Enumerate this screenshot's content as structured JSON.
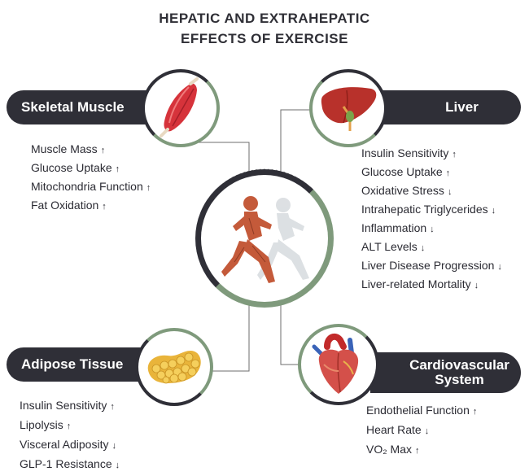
{
  "title": {
    "line1": "HEPATIC AND EXTRAHEPATIC",
    "line2": "EFFECTS OF EXERCISE"
  },
  "sections": {
    "skeletal_muscle": {
      "label": "Skeletal Muscle",
      "items": [
        {
          "text": "Muscle Mass",
          "arrow": "↑"
        },
        {
          "text": "Glucose Uptake",
          "arrow": "↑"
        },
        {
          "text": "Mitochondria Function",
          "arrow": "↑"
        },
        {
          "text": "Fat Oxidation",
          "arrow": "↑"
        }
      ]
    },
    "liver": {
      "label": "Liver",
      "items": [
        {
          "text": "Insulin Sensitivity",
          "arrow": "↑"
        },
        {
          "text": "Glucose Uptake",
          "arrow": "↑"
        },
        {
          "text": "Oxidative Stress",
          "arrow": "↓"
        },
        {
          "text": "Intrahepatic Triglycerides",
          "arrow": "↓"
        },
        {
          "text": "Inflammation",
          "arrow": "↓"
        },
        {
          "text": "ALT Levels",
          "arrow": "↓"
        },
        {
          "text": "Liver Disease Progression",
          "arrow": "↓"
        },
        {
          "text": "Liver-related Mortality",
          "arrow": "↓"
        }
      ]
    },
    "adipose": {
      "label": "Adipose Tissue",
      "items": [
        {
          "text": "Insulin Sensitivity",
          "arrow": "↑"
        },
        {
          "text": "Lipolysis",
          "arrow": "↑"
        },
        {
          "text": "Visceral Adiposity",
          "arrow": "↓"
        },
        {
          "text": "GLP-1 Resistance",
          "arrow": "↓"
        }
      ]
    },
    "cardiovascular": {
      "label_line1": "Cardiovascular",
      "label_line2": "System",
      "items": [
        {
          "text": "Endothelial Function",
          "arrow": "↑"
        },
        {
          "text": "Heart Rate",
          "arrow": "↓"
        },
        {
          "text": "VO₂ Max",
          "arrow": "↑"
        }
      ]
    }
  },
  "colors": {
    "banner": "#2f2f37",
    "ring": "#7f9a7c",
    "text": "#2b2b33"
  },
  "icons": {
    "center": "running-figure-icon",
    "muscle": "muscle-icon",
    "liver": "liver-icon",
    "adipose": "fat-tissue-icon",
    "heart": "heart-icon"
  }
}
